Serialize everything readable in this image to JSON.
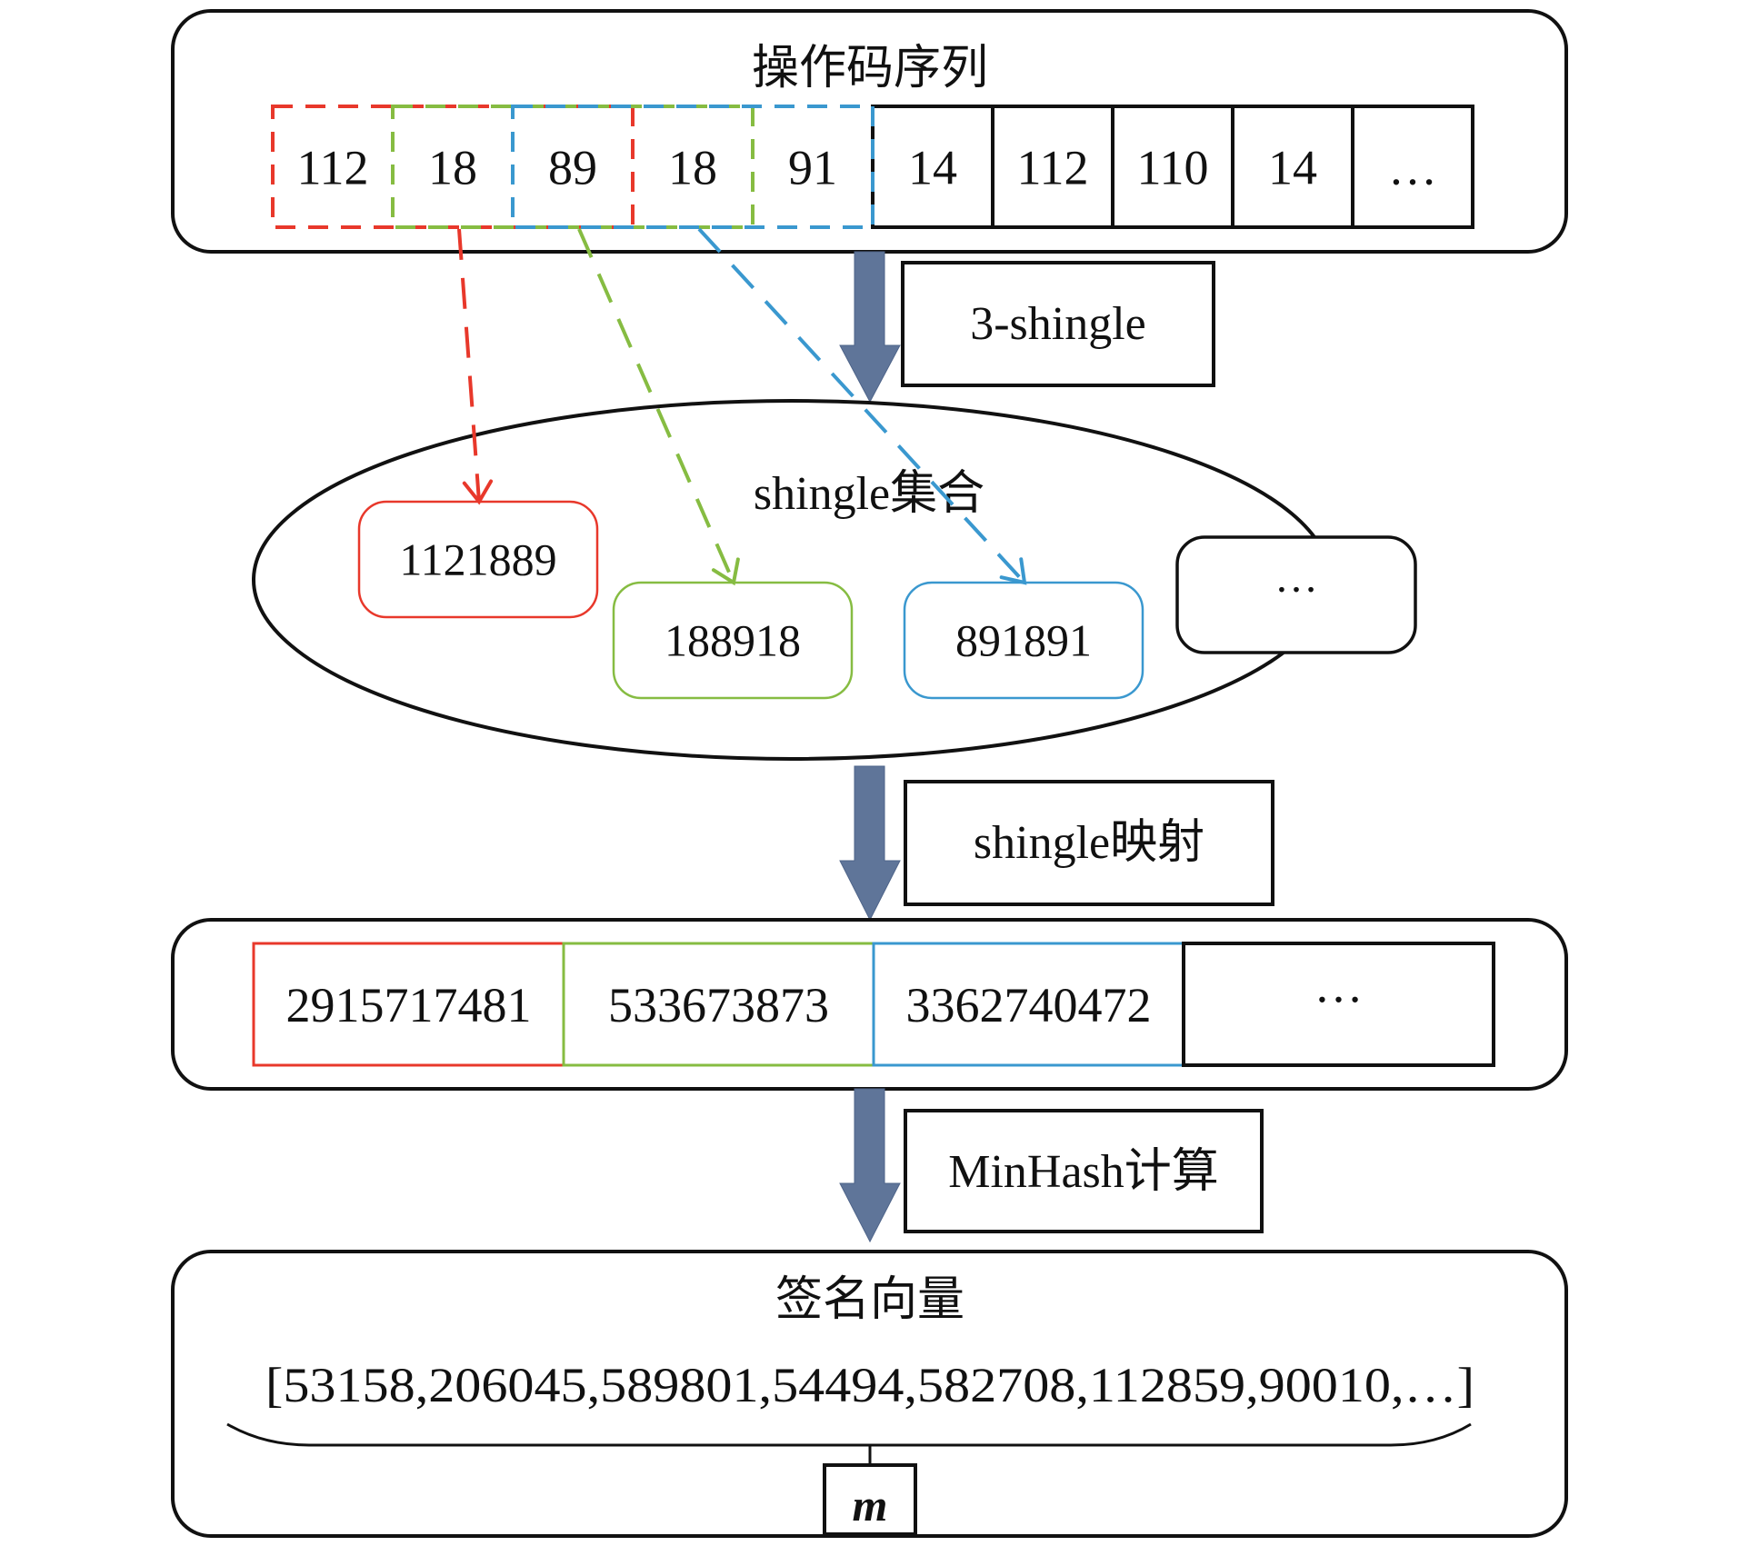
{
  "colors": {
    "red": "#e8382b",
    "green": "#86bc42",
    "blue": "#3a98cf",
    "black": "#111111",
    "arrow": "#5f7599"
  },
  "opcode_section": {
    "title": "操作码序列",
    "cells": [
      {
        "value": "112",
        "style": "dashed",
        "color": "red"
      },
      {
        "value": "18",
        "style": "dashed",
        "color": "green"
      },
      {
        "value": "89",
        "style": "dashed",
        "color": "blue"
      },
      {
        "value": "18",
        "style": "dashed",
        "color": "red"
      },
      {
        "value": "91",
        "style": "dashed",
        "color": "green"
      },
      {
        "value": "14",
        "style": "solid",
        "color": "black"
      },
      {
        "value": "112",
        "style": "solid",
        "color": "black"
      },
      {
        "value": "110",
        "style": "solid",
        "color": "black"
      },
      {
        "value": "14",
        "style": "solid",
        "color": "black"
      },
      {
        "value": "…",
        "style": "solid",
        "color": "black"
      }
    ],
    "windows": [
      {
        "name": "window-1",
        "start": 0,
        "end": 2,
        "color": "red"
      },
      {
        "name": "window-2",
        "start": 1,
        "end": 3,
        "color": "green"
      },
      {
        "name": "window-3",
        "start": 2,
        "end": 4,
        "color": "blue"
      }
    ]
  },
  "steps": [
    {
      "label": "3-shingle"
    },
    {
      "label": "shingle映射"
    },
    {
      "label": "MinHash计算"
    }
  ],
  "shingle_set": {
    "title": "shingle集合",
    "items": [
      {
        "value": "1121889",
        "color": "red"
      },
      {
        "value": "188918",
        "color": "green"
      },
      {
        "value": "891891",
        "color": "blue"
      },
      {
        "value": "…",
        "color": "black"
      }
    ]
  },
  "hash_section": {
    "cells": [
      {
        "value": "2915717481",
        "color": "red"
      },
      {
        "value": "533673873",
        "color": "green"
      },
      {
        "value": "3362740472",
        "color": "blue"
      },
      {
        "value": "…",
        "color": "black"
      }
    ]
  },
  "signature_section": {
    "title": "签名向量",
    "vector": "[53158,206045,589801,54494,582708,112859,90010,…]",
    "length_label": "m"
  }
}
